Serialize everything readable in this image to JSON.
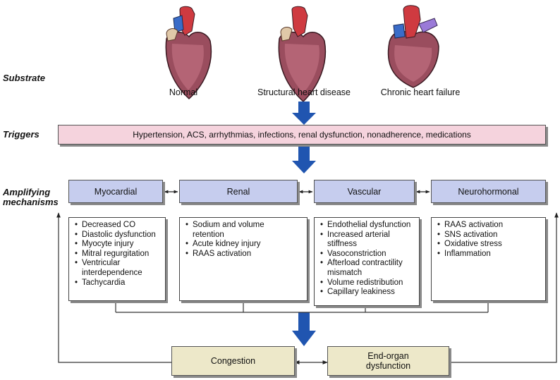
{
  "rows": {
    "substrate": "Substrate",
    "triggers": "Triggers",
    "amplifying_line1": "Amplifying",
    "amplifying_line2": "mechanisms"
  },
  "hearts": [
    {
      "caption": "Normal"
    },
    {
      "caption": "Structural heart disease"
    },
    {
      "caption": "Chronic heart failure"
    }
  ],
  "triggers_text": "Hypertension, ACS, arrhythmias, infections, renal dysfunction, nonadherence, medications",
  "mechanisms": [
    {
      "title": "Myocardial",
      "items": [
        "Decreased CO",
        "Diastolic dysfunction",
        "Myocyte injury",
        "Mitral regurgitation",
        "Ventricular interdependence",
        "Tachycardia"
      ]
    },
    {
      "title": "Renal",
      "items": [
        "Sodium and volume retention",
        "Acute kidney injury",
        "RAAS activation"
      ]
    },
    {
      "title": "Vascular",
      "items": [
        "Endothelial dysfunction",
        "Increased arterial stiffness",
        "Vasoconstriction",
        "Afterload contractility mismatch",
        "Volume redistribution",
        "Capillary leakiness"
      ]
    },
    {
      "title": "Neurohormonal",
      "items": [
        "RAAS activation",
        "SNS activation",
        "Oxidative stress",
        "Inflammation"
      ]
    }
  ],
  "outcomes": {
    "congestion": "Congestion",
    "end_organ_line1": "End-organ",
    "end_organ_line2": "dysfunction"
  },
  "colors": {
    "arrow_blue": "#2055b0",
    "trigger_fill": "#f5d3dd",
    "mechanism_fill": "#c6cdee",
    "outcome_fill": "#ede8c9",
    "heart_red": "#c8363c",
    "heart_muscle": "#a8586a"
  }
}
